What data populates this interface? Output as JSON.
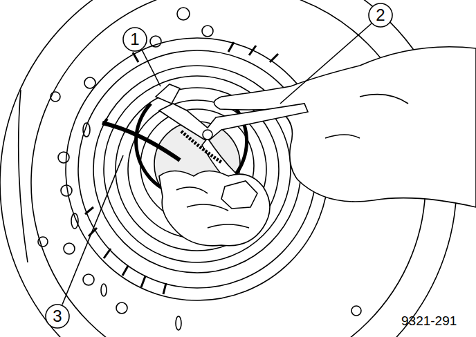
{
  "diagram": {
    "labels": [
      "1",
      "2",
      "3",
      "9321-291"
    ]
  }
}
